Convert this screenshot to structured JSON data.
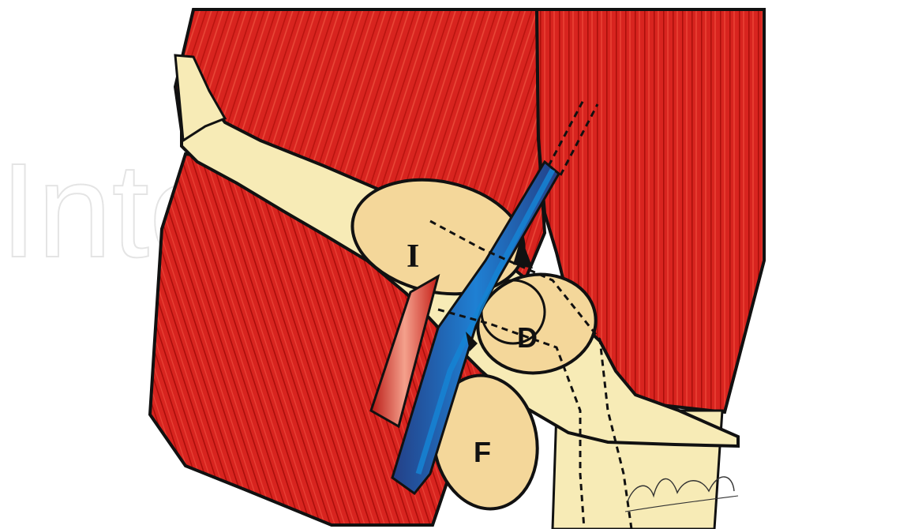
{
  "watermark": {
    "text": "IntechOpen"
  },
  "labels": {
    "i": "I",
    "d": "D",
    "f": "F"
  },
  "signature": {
    "text": "Luciano Lopes 2003"
  },
  "colors": {
    "muscle": "#d8241f",
    "muscle_dark": "#a3100e",
    "fascia": "#f7ebb6",
    "hernia_sac": "#f4d79a",
    "artery": "#d62b22",
    "vein": "#244c9b",
    "vein_highlight": "#1f7fd1",
    "outline": "#111111"
  }
}
